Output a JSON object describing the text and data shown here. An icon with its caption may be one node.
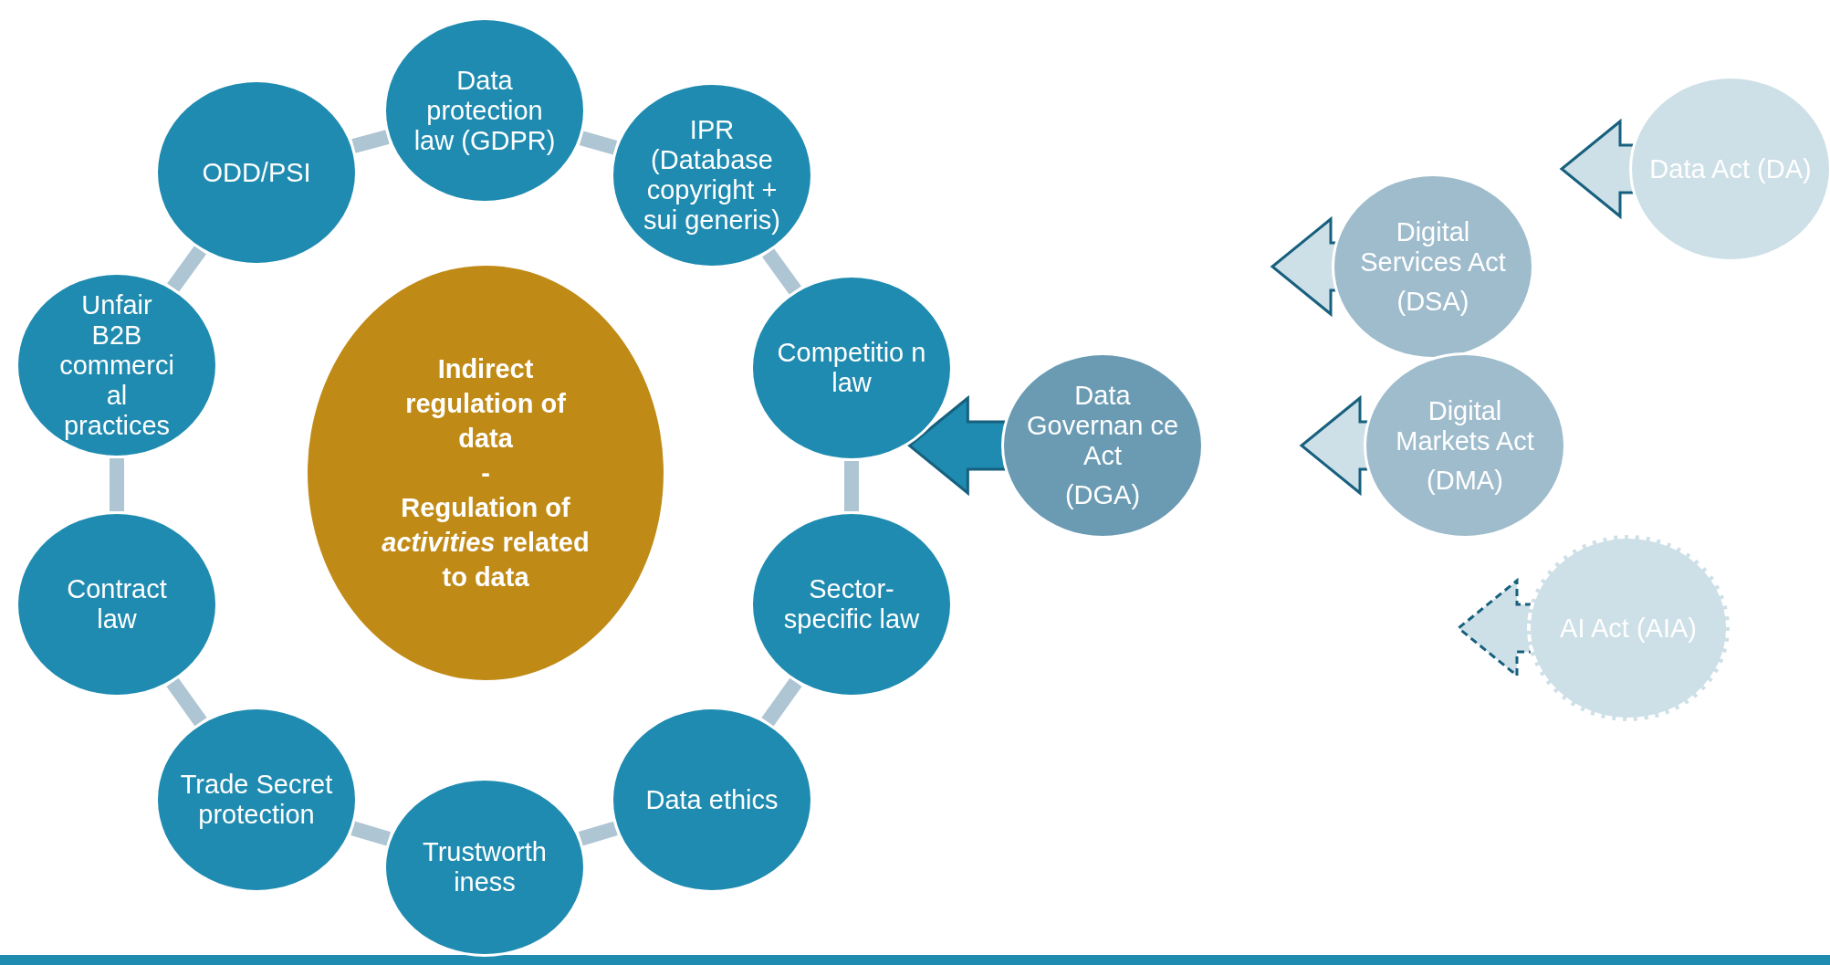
{
  "diagram": {
    "nodes": [
      {
        "text": [
          "ODD/PSI"
        ]
      },
      {
        "text": [
          "Data protection law (GDPR)"
        ]
      },
      {
        "text": [
          "IPR (Database copyright + sui generis)"
        ]
      },
      {
        "text": [
          "Competitio n law"
        ]
      },
      {
        "text": [
          "Sector- specific law"
        ]
      },
      {
        "text": [
          "Data ethics"
        ]
      },
      {
        "text": [
          "Trustworth iness"
        ]
      },
      {
        "text": [
          "Trade Secret protection"
        ]
      },
      {
        "text": [
          "Contract law"
        ]
      },
      {
        "text": [
          "Unfair B2B commerci al practices"
        ]
      },
      {
        "text": [
          "Indirect regulation of data",
          "-",
          "Regulation of *activities* related to data"
        ]
      },
      {
        "text": [
          "Data Governan ce Act",
          "(DGA)"
        ]
      },
      {
        "text": [
          "Digital Services Act",
          "(DSA)"
        ]
      },
      {
        "text": [
          "Digital Markets Act",
          "(DMA)"
        ]
      },
      {
        "text": [
          "Data Act (DA)"
        ]
      },
      {
        "text": [
          "AI Act (AIA)"
        ]
      }
    ],
    "edges": [
      {
        "from": 0,
        "to": 1,
        "arrow": "none"
      },
      {
        "from": 1,
        "to": 2,
        "arrow": "none"
      },
      {
        "from": 2,
        "to": 3,
        "arrow": "none"
      },
      {
        "from": 3,
        "to": 4,
        "arrow": "none"
      },
      {
        "from": 4,
        "to": 5,
        "arrow": "none"
      },
      {
        "from": 5,
        "to": 6,
        "arrow": "none"
      },
      {
        "from": 6,
        "to": 7,
        "arrow": "none"
      },
      {
        "from": 7,
        "to": 8,
        "arrow": "none"
      },
      {
        "from": 8,
        "to": 9,
        "arrow": "none"
      },
      {
        "from": 9,
        "to": 0,
        "arrow": "none"
      },
      {
        "from": 11,
        "to": 3,
        "arrow": "to",
        "style": "thick",
        "color": "#1f8bb0"
      },
      {
        "from": 12,
        "to": null,
        "arrow": "to",
        "style": "thick"
      },
      {
        "from": 13,
        "to": null,
        "arrow": "to",
        "style": "thick"
      },
      {
        "from": 14,
        "to": null,
        "arrow": "to",
        "style": "thick"
      },
      {
        "from": 15,
        "to": null,
        "arrow": "to",
        "style": "dashed"
      }
    ]
  }
}
